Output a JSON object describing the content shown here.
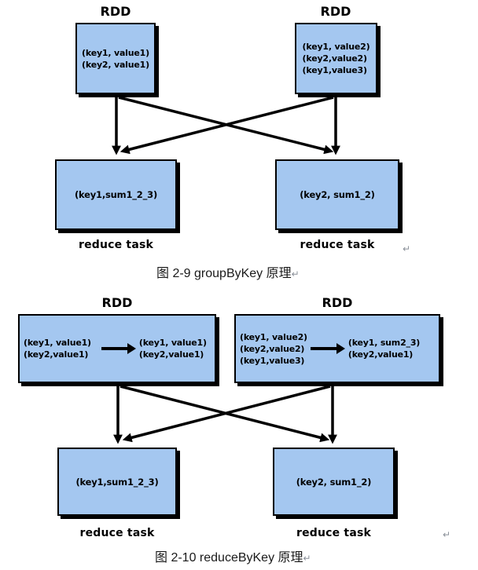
{
  "colors": {
    "box_fill": "#a4c7f0",
    "box_border": "#000000",
    "arrow": "#000000",
    "caption_text": "#1a1a1a",
    "paragraph_mark": "#8a9099"
  },
  "fig1": {
    "left_rdd_label": "RDD",
    "right_rdd_label": "RDD",
    "map_left": {
      "lines": [
        "(key1, value1)",
        "(key2, value1)"
      ]
    },
    "map_right": {
      "lines": [
        "(key1, value2)",
        "(key2,value2)",
        "(key1,value3)"
      ]
    },
    "reduce_left": {
      "text": "(key1,sum1_2_3)",
      "label": "reduce task"
    },
    "reduce_right": {
      "text": "(key2, sum1_2)",
      "label": "reduce task"
    },
    "caption": "图 2-9 groupByKey 原理",
    "paragraph_mark": "↵"
  },
  "fig2": {
    "left_rdd_label": "RDD",
    "right_rdd_label": "RDD",
    "map_left": {
      "in_lines": [
        "(key1, value1)",
        "(key2,value1)"
      ],
      "out_lines": [
        "(key1, value1)",
        "(key2,value1)"
      ]
    },
    "map_right": {
      "in_lines": [
        "(key1, value2)",
        "(key2,value2)",
        "(key1,value3)"
      ],
      "out_lines": [
        "(key1, sum2_3)",
        "(key2,value1)"
      ]
    },
    "reduce_left": {
      "text": "(key1,sum1_2_3)",
      "label": "reduce task"
    },
    "reduce_right": {
      "text": "(key2, sum1_2)",
      "label": "reduce task"
    },
    "caption": "图 2-10 reduceByKey 原理",
    "paragraph_mark": "↵"
  }
}
